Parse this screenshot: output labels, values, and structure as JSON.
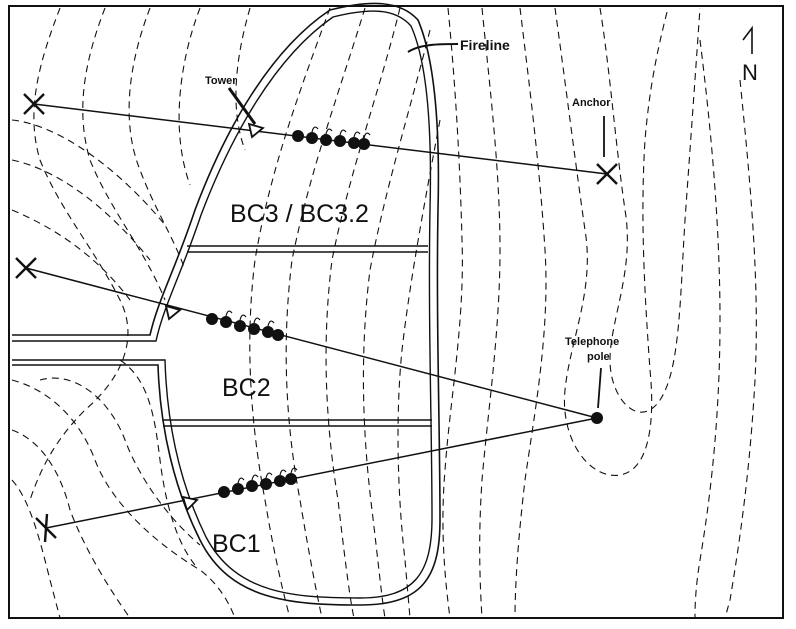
{
  "labels": {
    "fireline": "Fireline",
    "tower": "Tower",
    "anchor": "Anchor",
    "telephone_line1": "Telephone",
    "telephone_line2": "pole",
    "north": "N"
  },
  "plots": [
    {
      "id": "bc3",
      "label": "BC3 / BC3.2"
    },
    {
      "id": "bc2",
      "label": "BC2"
    },
    {
      "id": "bc1",
      "label": "BC1"
    }
  ],
  "colors": {
    "ink": "#111111",
    "background": "#ffffff"
  }
}
